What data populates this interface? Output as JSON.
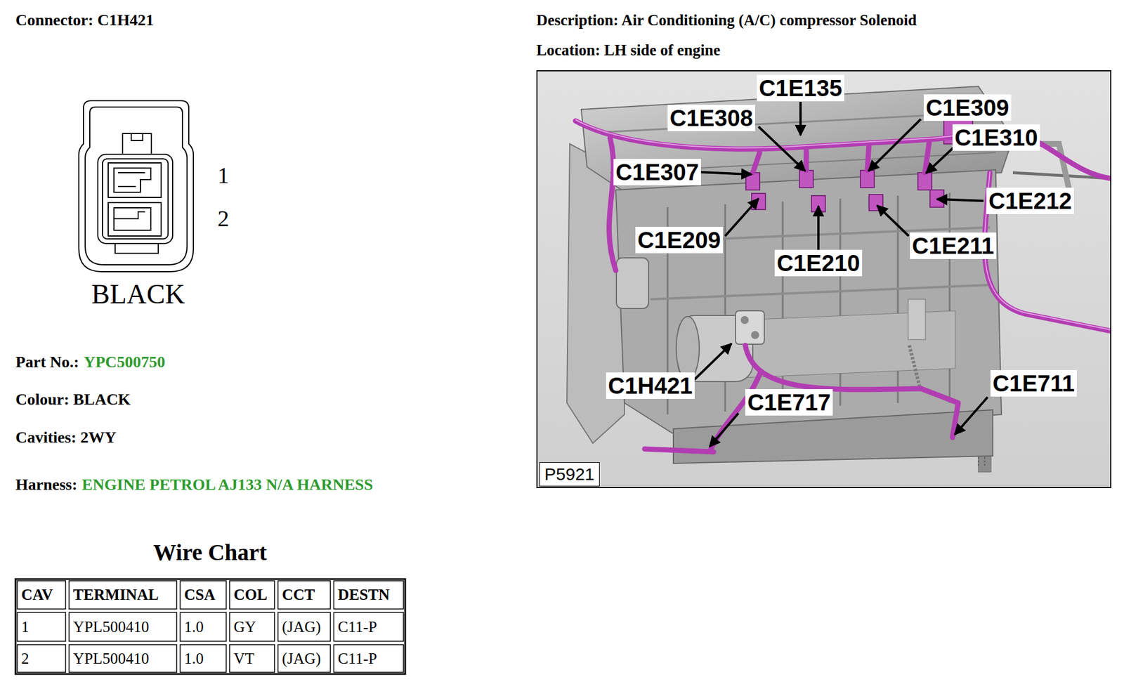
{
  "diagram": {
    "labels": [
      "Connector: C1H421",
      "Description: Air Conditioning (A/C) compressor Solenoid",
      "Location: LH side of engine",
      "1",
      "2",
      "BLACK",
      "Part No.:",
      "YPC500750",
      "Colour: BLACK",
      "Cavities: 2WY",
      "Harness:",
      "ENGINE PETROL AJ133 N/A HARNESS",
      "Wire Chart",
      "CAV",
      "TERMINAL",
      "CSA",
      "COL",
      "CCT",
      "DESTN",
      "1",
      "YPL500410",
      "1.0",
      "GY",
      "(JAG)",
      "C11-P",
      "2",
      "YPL500410",
      "1.0",
      "VT",
      "(JAG)",
      "C11-P",
      "C1E135",
      "C1E308",
      "C1E309",
      "C1E310",
      "C1E307",
      "C1E212",
      "C1E209",
      "C1E210",
      "C1E211",
      "C1H421",
      "C1E717",
      "C1E711",
      "P5921"
    ]
  }
}
